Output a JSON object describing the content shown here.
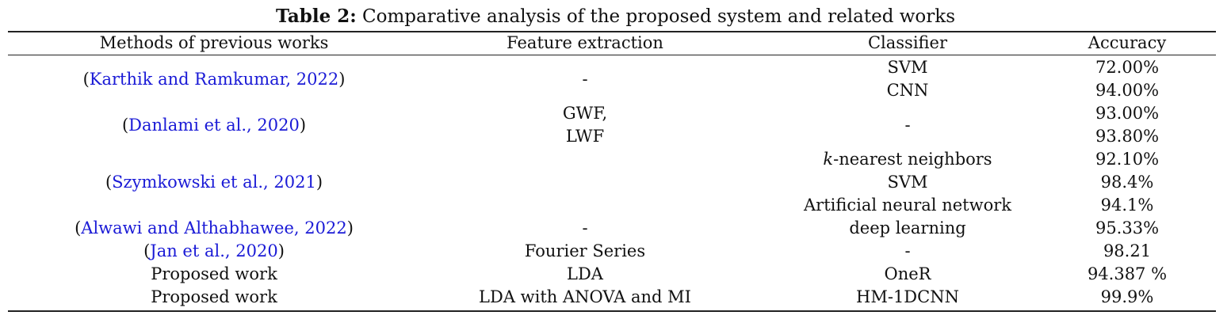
{
  "caption": {
    "label": "Table 2:",
    "text": " Comparative analysis of the proposed system and related works"
  },
  "headers": [
    "Methods of previous works",
    "Feature extraction",
    "Classifier",
    "Accuracy"
  ],
  "rows": {
    "karthik": {
      "method": "Karthik and Ramkumar, 2022",
      "feature": "-",
      "classifiers": [
        "SVM",
        "CNN"
      ],
      "accuracies": [
        "72.00%",
        "94.00%"
      ]
    },
    "danlami": {
      "method": "Danlami et al., 2020",
      "feature_lines": [
        "GWF,",
        "LWF"
      ],
      "classifier": "-",
      "accuracies": [
        "93.00%",
        "93.80%"
      ]
    },
    "szymkowski": {
      "method": "Szymkowski et al., 2021",
      "classifier_knn_prefix": "k",
      "classifier_knn_rest": "-nearest neighbors",
      "classifiers_rest": [
        "SVM",
        "Artificial neural network"
      ],
      "accuracies": [
        "92.10%",
        "98.4%",
        "94.1%"
      ]
    },
    "alwawi": {
      "method": "Alwawi and Althabhawee, 2022",
      "feature": "-",
      "classifier": "deep learning",
      "accuracy": "95.33%"
    },
    "jan": {
      "method": "Jan et al., 2020",
      "feature": "Fourier Series",
      "classifier": "-",
      "accuracy": "98.21"
    },
    "proposed1": {
      "method": "Proposed work",
      "feature": "LDA",
      "classifier": "OneR",
      "accuracy": "94.387 %"
    },
    "proposed2": {
      "method": "Proposed work",
      "feature": "LDA with ANOVA and MI",
      "classifier": "HM-1DCNN",
      "accuracy": "99.9%"
    }
  },
  "colors": {
    "citation": "#1a1ad6",
    "text": "#111111",
    "rule": "#222222"
  }
}
